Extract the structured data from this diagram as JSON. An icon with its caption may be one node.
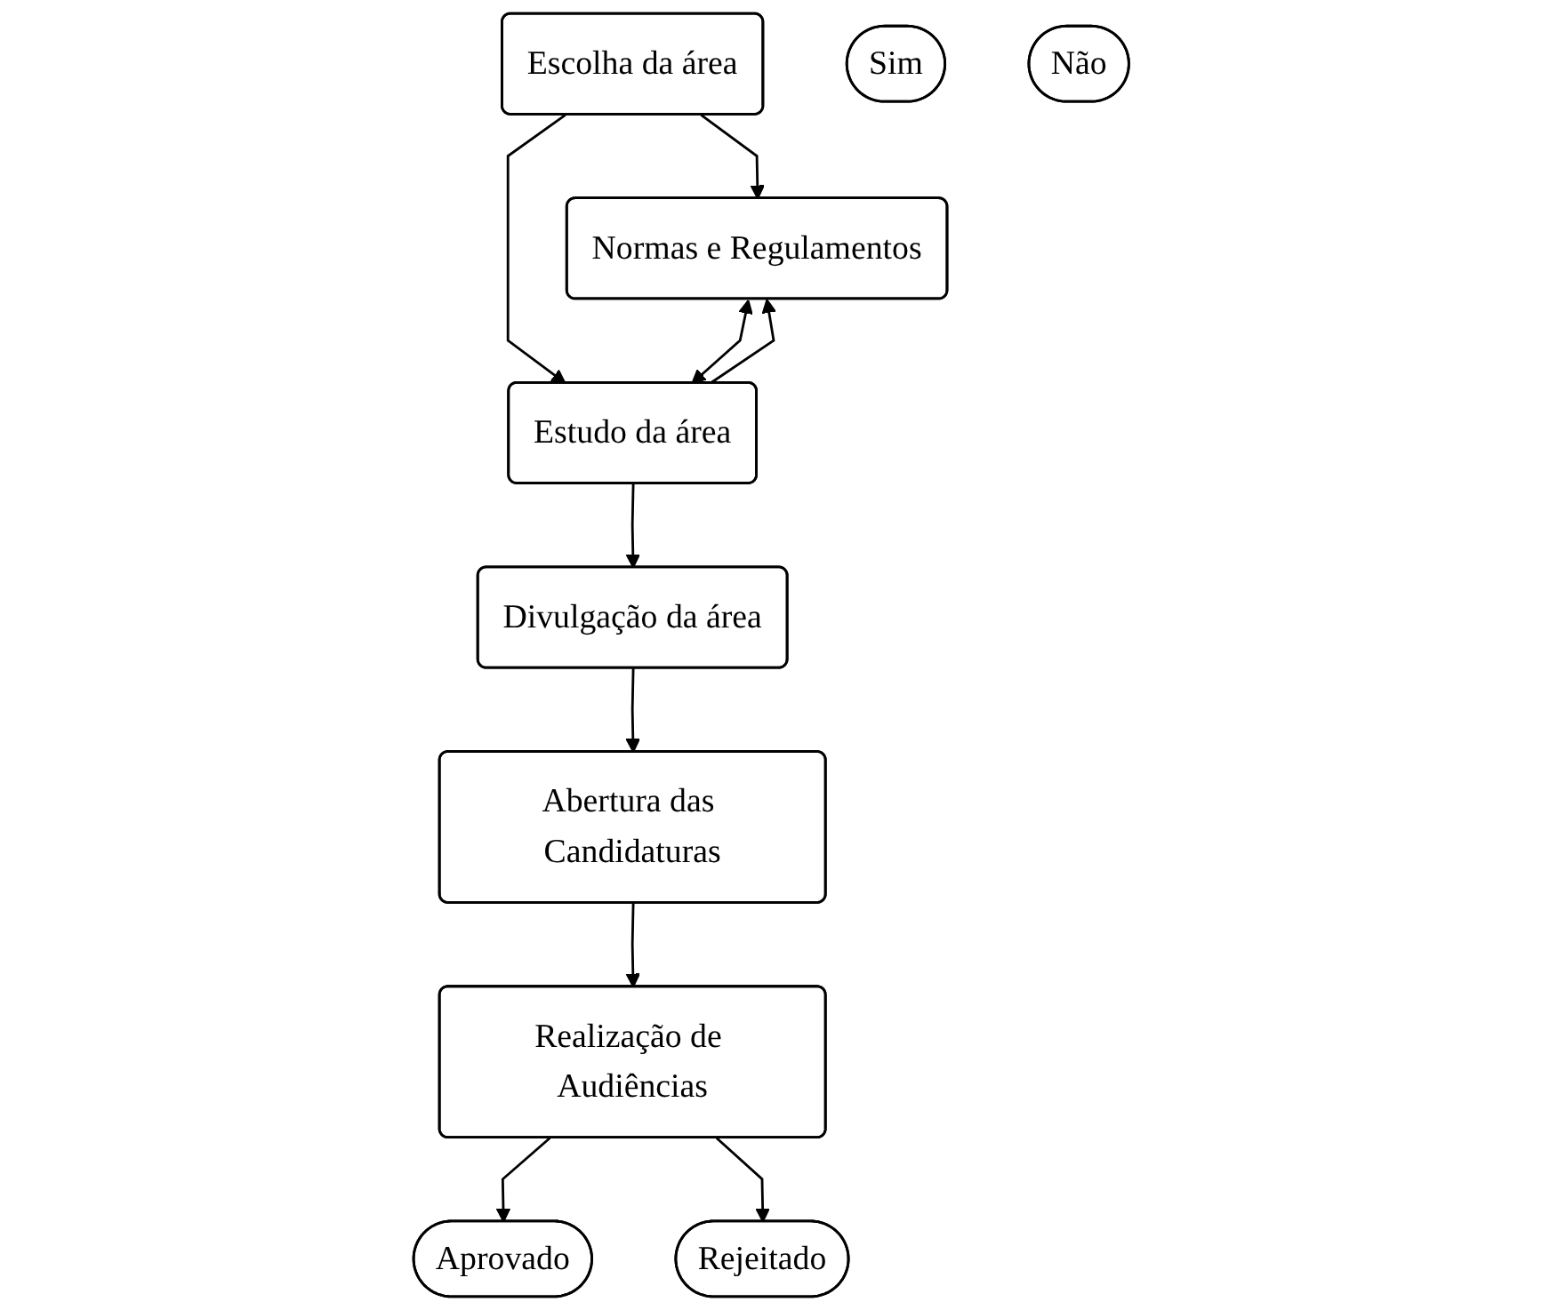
{
  "diagram": {
    "nodes": [
      {
        "text": [
          "Escolha da área"
        ]
      },
      {
        "text": [
          "Normas e Regulamentos"
        ]
      },
      {
        "text": [
          "Sim"
        ]
      },
      {
        "text": [
          "Estudo da área"
        ]
      },
      {
        "text": [
          "Não"
        ]
      },
      {
        "text": [
          "Divulgação da área"
        ]
      },
      {
        "text": [
          "Abertura das Candidaturas"
        ]
      },
      {
        "text": [
          "Realização de Audiências"
        ]
      },
      {
        "text": [
          "Aprovado"
        ]
      },
      {
        "text": [
          "Rejeitado"
        ]
      }
    ],
    "edges": [
      {
        "from": 0,
        "to": 1,
        "arrow": "to"
      },
      {
        "from": 0,
        "to": 3,
        "arrow": "to"
      },
      {
        "from": 1,
        "to": 3,
        "arrow": "both"
      },
      {
        "from": 3,
        "to": 1,
        "arrow": "to"
      },
      {
        "from": 3,
        "to": 5,
        "arrow": "to"
      },
      {
        "from": 5,
        "to": 6,
        "arrow": "to"
      },
      {
        "from": 6,
        "to": 7,
        "arrow": "to"
      },
      {
        "from": 7,
        "to": 8,
        "arrow": "to"
      },
      {
        "from": 7,
        "to": 9,
        "arrow": "to"
      }
    ]
  }
}
